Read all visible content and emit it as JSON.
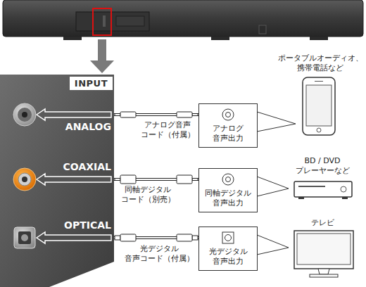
{
  "diagram": {
    "nodes": [
      {
        "text": [
          "INPUT"
        ]
      },
      {
        "text": [
          "ANALOG"
        ]
      },
      {
        "text": [
          "COAXIAL"
        ]
      },
      {
        "text": [
          "OPTICAL"
        ]
      },
      {
        "text": [
          "アナログ 音声出力"
        ]
      },
      {
        "text": [
          "同軸デジタル 音声出力"
        ]
      },
      {
        "text": [
          "光デジタル 音声出力"
        ]
      }
    ],
    "edges": [
      {
        "from": 1,
        "to": 4,
        "label": "アナログ音声 コード（付属）",
        "arrow": "none"
      },
      {
        "from": 2,
        "to": 5,
        "label": "同軸デジタル コード（別売）",
        "arrow": "none"
      },
      {
        "from": 3,
        "to": 6,
        "label": "光デジタル 音声コード（付属）",
        "arrow": "none"
      }
    ],
    "labels": [
      "ポータブルオーディオ、 携帯電話など",
      "BD / DVD プレーヤーなど",
      "テレビ"
    ]
  }
}
